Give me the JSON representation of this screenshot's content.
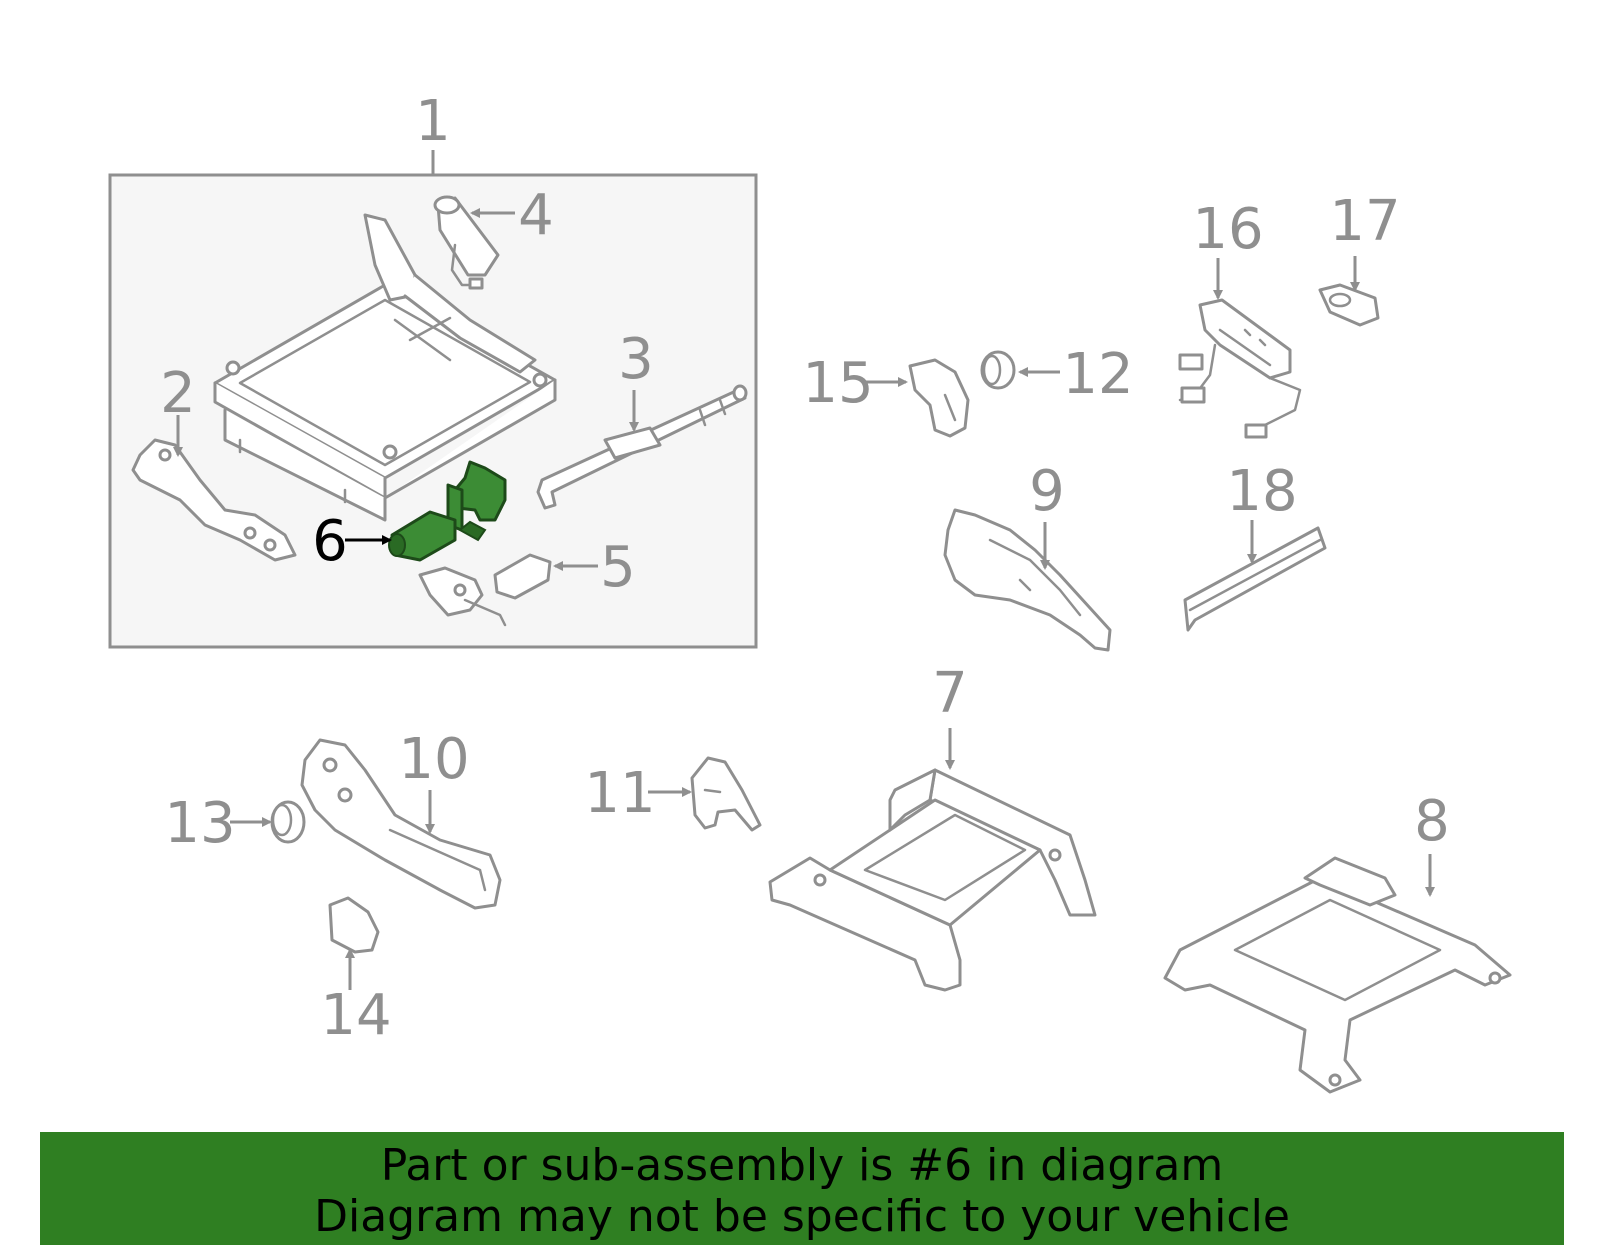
{
  "callouts": [
    {
      "id": "1",
      "label": "1",
      "highlighted": false
    },
    {
      "id": "2",
      "label": "2",
      "highlighted": false
    },
    {
      "id": "3",
      "label": "3",
      "highlighted": false
    },
    {
      "id": "4",
      "label": "4",
      "highlighted": false
    },
    {
      "id": "5",
      "label": "5",
      "highlighted": false
    },
    {
      "id": "6",
      "label": "6",
      "highlighted": true
    },
    {
      "id": "7",
      "label": "7",
      "highlighted": false
    },
    {
      "id": "8",
      "label": "8",
      "highlighted": false
    },
    {
      "id": "9",
      "label": "9",
      "highlighted": false
    },
    {
      "id": "10",
      "label": "10",
      "highlighted": false
    },
    {
      "id": "11",
      "label": "11",
      "highlighted": false
    },
    {
      "id": "12",
      "label": "12",
      "highlighted": false
    },
    {
      "id": "13",
      "label": "13",
      "highlighted": false
    },
    {
      "id": "14",
      "label": "14",
      "highlighted": false
    },
    {
      "id": "15",
      "label": "15",
      "highlighted": false
    },
    {
      "id": "16",
      "label": "16",
      "highlighted": false
    },
    {
      "id": "17",
      "label": "17",
      "highlighted": false
    },
    {
      "id": "18",
      "label": "18",
      "highlighted": false
    }
  ],
  "banner": {
    "line1": "Part or sub-assembly is #6 in diagram",
    "line2": "Diagram may not be specific to your vehicle",
    "background_color": "#2f7f22",
    "text_color": "#000000"
  },
  "colors": {
    "line_art": "#8f8f8f",
    "highlight_part": "#3c8c35",
    "assembly_box_fill": "#f6f6f6"
  }
}
